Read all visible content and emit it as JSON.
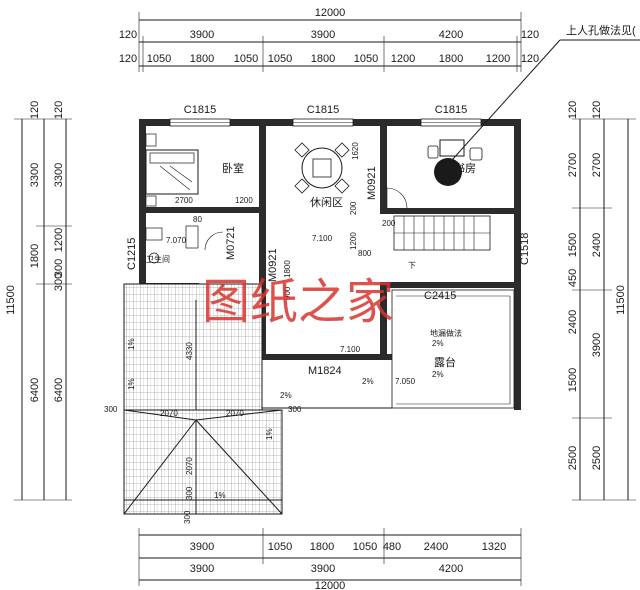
{
  "dimensions": {
    "top_total": "12000",
    "top_row1": [
      "120",
      "3900",
      "3900",
      "4200",
      "120"
    ],
    "top_row2": [
      "120",
      "1050",
      "1800",
      "1050",
      "1050",
      "1800",
      "1050",
      "1200",
      "1800",
      "1200",
      "120"
    ],
    "bottom_row1": [
      "3900",
      "1050",
      "1800",
      "1050",
      "480",
      "2400",
      "1320"
    ],
    "bottom_row2": [
      "3900",
      "3900",
      "4200"
    ],
    "bottom_total": "12000",
    "left_outer": [
      "120",
      "3300",
      "1800",
      "6400"
    ],
    "left_inner": [
      "120",
      "3300",
      "1200",
      "300",
      "300",
      "6400"
    ],
    "left_total": "11500",
    "right_inner": [
      "120",
      "2700",
      "1500",
      "450",
      "2400",
      "1500",
      "2500"
    ],
    "right_outer": [
      "120",
      "2700",
      "2400",
      "3900",
      "2500"
    ],
    "right_total": "11500",
    "roof_dims": [
      "300",
      "2070",
      "2070",
      "300",
      "2070",
      "300",
      "300",
      "4330",
      "1%",
      "1%",
      "1%",
      "1%"
    ]
  },
  "windows": [
    "C1815",
    "C1815",
    "C1815",
    "C2415",
    "C1215",
    "C1518"
  ],
  "doors": [
    "M0921",
    "M0721",
    "M0921",
    "M1824"
  ],
  "rooms": {
    "bedroom": "卧室",
    "lounge": "休闲区",
    "bathroom": "卫生间",
    "study": "书房",
    "terrace": "露台"
  },
  "annotations": {
    "hatch_note": "上人孔做法见(",
    "down_label": "下",
    "elev_1": "7.100",
    "elev_2": "7.100",
    "elev_3": "7.050",
    "elev_4": "7.070",
    "slope_1": "2%",
    "slope_2": "2%",
    "slope_3": "2%",
    "slope_4": "2%",
    "drain_note": "地漏做法",
    "dim_2700": "2700",
    "dim_1200": "1200",
    "dim_80": "80",
    "dim_1620": "1620",
    "dim_200": "200",
    "dim_1200b": "1200",
    "dim_800": "800",
    "dim_1800": "1800",
    "dim_900": "900",
    "dim_200b": "200"
  },
  "watermark": "图纸之家"
}
